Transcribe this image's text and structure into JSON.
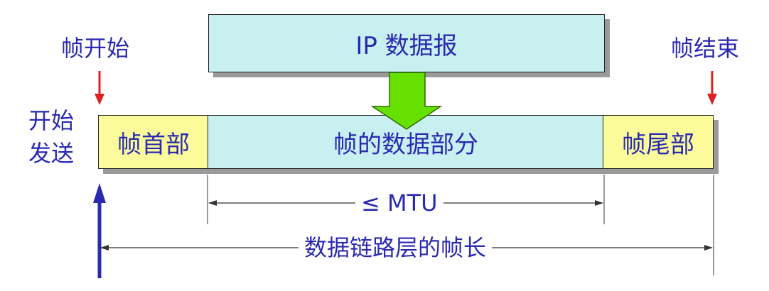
{
  "labels": {
    "frame_start": "帧开始",
    "frame_end": "帧结束",
    "start_send_line1": "开始",
    "start_send_line2": "发送"
  },
  "boxes": {
    "ip_datagram": "IP 数据报",
    "frame_header": "帧首部",
    "frame_data": "帧的数据部分",
    "frame_trailer": "帧尾部"
  },
  "dimensions": {
    "mtu": "≤ MTU",
    "frame_length": "数据链路层的帧长"
  },
  "colors": {
    "text": "#2a2ab0",
    "cyan_fill": "#c8f0f0",
    "yellow_fill": "#fbfb9c",
    "marker_red": "#e02020",
    "send_arrow": "#2a2ab0",
    "down_arrow": "#66e000"
  }
}
